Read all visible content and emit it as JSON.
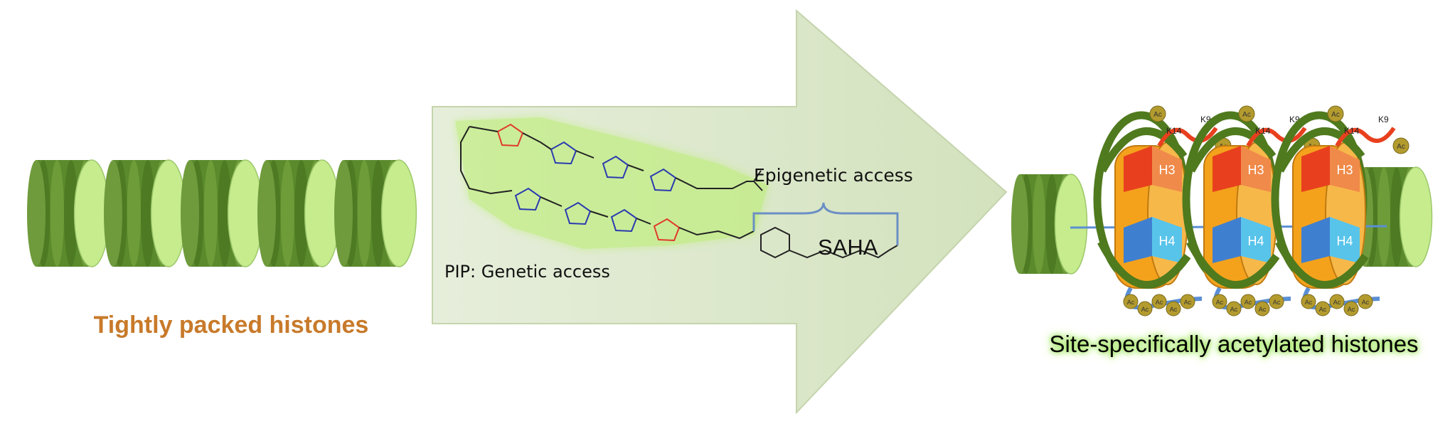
{
  "labels": {
    "left_caption": "Tightly packed histones",
    "right_caption": "Site-specifically acetylated histones",
    "pip_label": "PIP: Genetic access",
    "epigenetic_label": "Epigenetic access",
    "saha_label": "SAHA"
  },
  "histone_marks": {
    "h3": "H3",
    "h4": "H4",
    "k9": "K9",
    "k14": "K14",
    "ac": "Ac"
  },
  "colors": {
    "cylinder_light": "#c6ec8e",
    "cylinder_dark": "#5a8a2c",
    "arrow_fill": "#dde8cc",
    "left_caption": "#c87a2a",
    "dna_green": "#4f7a1e",
    "h3_red": "#e8401e",
    "h3_orange": "#f08a4a",
    "core_orange": "#f4a21c",
    "h4_blue": "#58c4ea",
    "tail_blue": "#5b8fd4",
    "ac_bead": "#b39b2e"
  }
}
